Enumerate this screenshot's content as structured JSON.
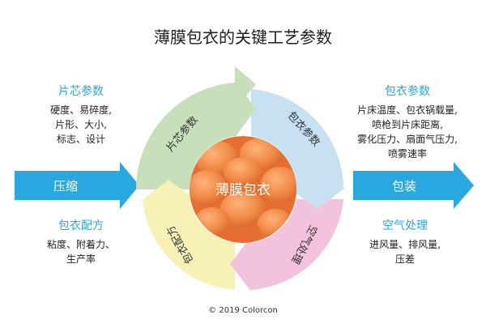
{
  "title": "薄膜包衣的关键工艺参数",
  "center_label": "薄膜包衣",
  "cycle_labels": {
    "top_left": "片芯参数",
    "top_right": "包衣参数",
    "bottom_right": "空气处理",
    "bottom_left": "包衣配方"
  },
  "left_arrow_label": "压缩",
  "right_arrow_label": "包装",
  "blocks": {
    "core_params": {
      "heading": "片芯参数",
      "lines": [
        "硬度、易碎度,",
        "片形、大小,",
        "标志、设计"
      ]
    },
    "coating_params": {
      "heading": "包衣参数",
      "lines": [
        "片床温度、包衣锅载量,",
        "喷枪到片床距离,",
        "雾化压力、扇面气压力,",
        "喷雾速率"
      ]
    },
    "formulation": {
      "heading": "包衣配方",
      "lines": [
        "粘度、附着力、",
        "生产率"
      ]
    },
    "air_handling": {
      "heading": "空气处理",
      "lines": [
        "进风量、排风量,",
        "压差"
      ]
    }
  },
  "copyright": "© 2019 Colorcon",
  "colors": {
    "accent_heading": "#2aa8df",
    "arrow_blue": "#29a8e0",
    "segment_green": "#c8dfbb",
    "segment_blue": "#c7e1f2",
    "segment_pink": "#f3c2dc",
    "segment_yellow": "#f8f1b5",
    "tablet_orange": "#ef7f3d"
  }
}
